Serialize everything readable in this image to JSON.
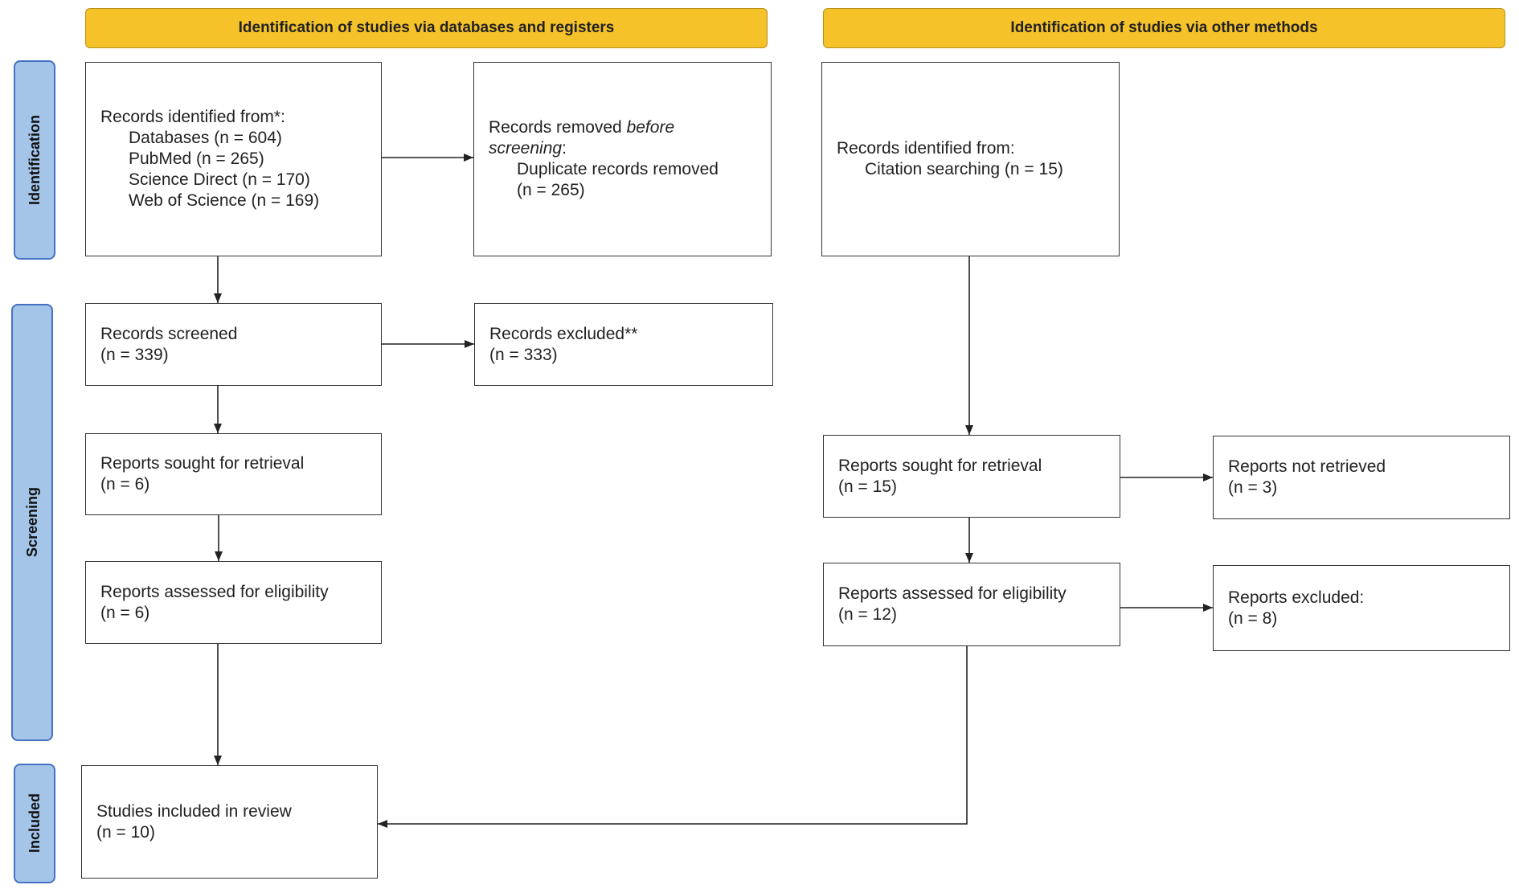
{
  "headers": {
    "databases": "Identification of studies via databases and registers",
    "other": "Identification of studies via other methods"
  },
  "phases": {
    "identification": "Identification",
    "screening": "Screening",
    "included": "Included"
  },
  "databases": {
    "identified": {
      "title": "Records identified from*:",
      "items": [
        "Databases (n = 604)",
        "PubMed (n = 265)",
        "Science Direct (n = 170)",
        "Web of Science (n = 169)"
      ]
    },
    "removed": {
      "title_prefix": "Records removed ",
      "title_emphasis": "before screening",
      "title_suffix": ":",
      "items": [
        "Duplicate records removed",
        "(n = 265)"
      ]
    },
    "screened": {
      "title": "Records screened",
      "count": "(n = 339)"
    },
    "excluded": {
      "title": "Records excluded**",
      "count": "(n = 333)"
    },
    "sought": {
      "title": "Reports sought for retrieval",
      "count": "(n = 6)"
    },
    "assessed": {
      "title": "Reports assessed for eligibility",
      "count": "(n = 6)"
    }
  },
  "other": {
    "identified": {
      "title": "Records identified from:",
      "items": [
        "Citation searching (n = 15)"
      ]
    },
    "sought": {
      "title": "Reports sought for retrieval",
      "count": "(n = 15)"
    },
    "not_retrieved": {
      "title": "Reports not retrieved",
      "count": "(n = 3)"
    },
    "assessed": {
      "title": "Reports assessed for eligibility",
      "count": "(n = 12)"
    },
    "excluded": {
      "title": "Reports excluded:",
      "count": "(n = 8)"
    }
  },
  "included": {
    "title": "Studies included in review",
    "count": "(n = 10)"
  },
  "colors": {
    "header_fill": "#F6C22A",
    "header_border": "#B8901A",
    "phase_fill": "#A4C4E8",
    "phase_border": "#4472C4",
    "box_border": "#333333",
    "arrow": "#222222"
  }
}
